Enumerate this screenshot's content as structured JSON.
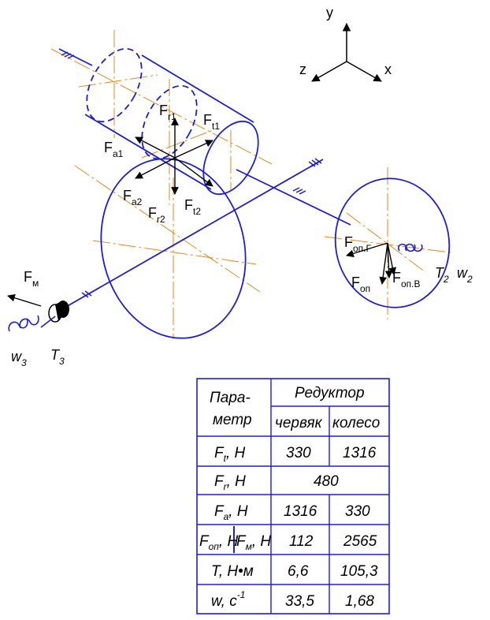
{
  "axes": {
    "y": "y",
    "z": "z",
    "x": "x"
  },
  "forces": {
    "Fr1": {
      "main": "F",
      "sub": "r1"
    },
    "Ft1": {
      "main": "F",
      "sub": "t1"
    },
    "Fa1": {
      "main": "F",
      "sub": "a1"
    },
    "Fa2": {
      "main": "F",
      "sub": "a2"
    },
    "Fr2": {
      "main": "F",
      "sub": "r2"
    },
    "Ft2": {
      "main": "F",
      "sub": "t2"
    },
    "FopG": {
      "main": "F",
      "sub": "оп.Г"
    },
    "Fop": {
      "main": "F",
      "sub": "оп"
    },
    "FopB": {
      "main": "F",
      "sub": "оп.В"
    },
    "Fm": {
      "main": "F",
      "sub": "м"
    }
  },
  "torques": {
    "T2": {
      "main": "T",
      "sub": "2"
    },
    "w2": {
      "main": "w",
      "sub": "2"
    },
    "w3": {
      "main": "w",
      "sub": "3"
    },
    "T3": {
      "main": "T",
      "sub": "3"
    }
  },
  "table": {
    "param_line1": "Пара-",
    "param_line2": "метр",
    "reducer": "Редуктор",
    "worm": "червяк",
    "wheel": "колесо",
    "rows": [
      {
        "label": "F",
        "sub": "t",
        "unit": ", Н",
        "worm": "330",
        "wheel": "1316"
      },
      {
        "label": "F",
        "sub": "r",
        "unit": ", Н",
        "merged": "480"
      },
      {
        "label": "F",
        "sub": "a",
        "unit": ", Н",
        "worm": "1316",
        "wheel": "330"
      },
      {
        "label_a": "F",
        "sub_a": "оп",
        "unit_a": ", Н",
        "label_b": "F",
        "sub_b": "м",
        "unit_b": ", Н",
        "worm": "112",
        "wheel": "2565"
      },
      {
        "label": "T, Н•м",
        "worm": "6,6",
        "wheel": "105,3"
      },
      {
        "label": "w, с",
        "sup": "-1",
        "worm": "33,5",
        "wheel": "1,68"
      }
    ]
  }
}
